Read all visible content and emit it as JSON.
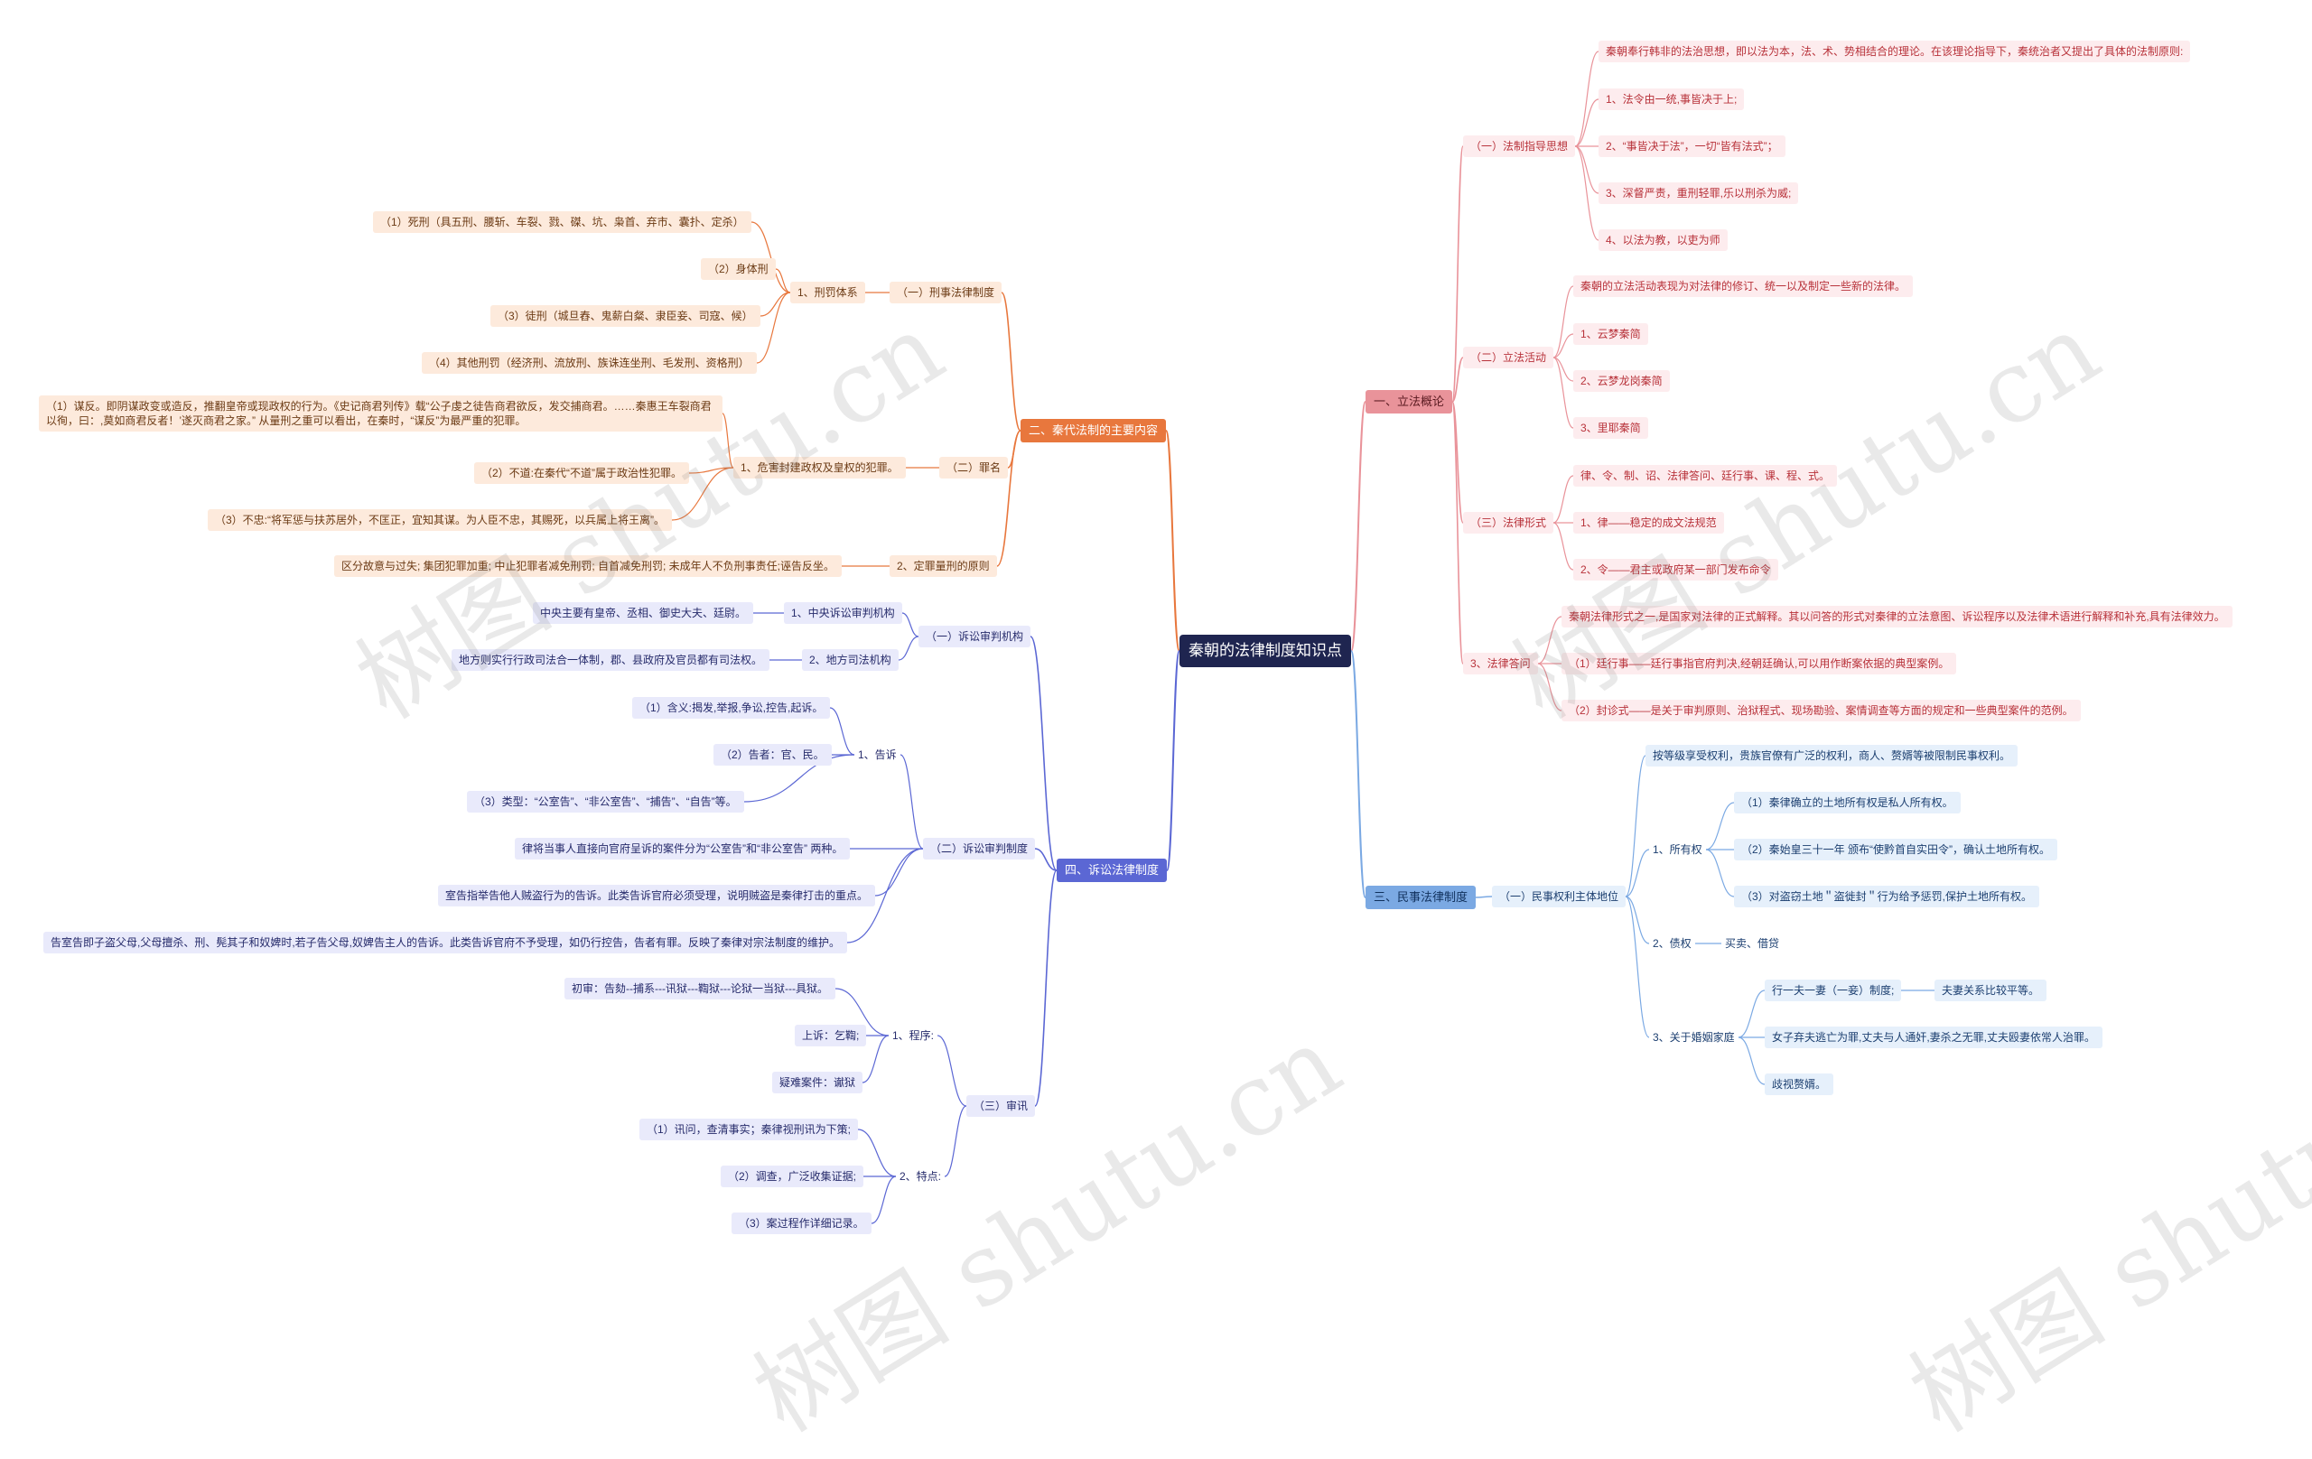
{
  "root": "秦朝的法律制度知识点",
  "watermark": "树图 shutu.cn",
  "colors": {
    "root": "#1f2550",
    "branch1": "#e9939a",
    "branch2": "#e8773d",
    "branch3": "#7ba9e3",
    "branch4": "#5b67d4"
  },
  "b1": {
    "title": "一、立法概论",
    "s1": {
      "label": "（一）法制指导思想",
      "items": [
        "秦朝奉行韩非的法治思想，即以法为本，法、术、势相结合的理论。在该理论指导下，秦统治者又提出了具体的法制原则:",
        "1、法令由一统,事皆决于上;",
        "2、“事皆决于法”，一切“皆有法式”；",
        "3、深督严责，重刑轻罪,乐以刑杀为威;",
        "4、以法为教，以吏为师"
      ]
    },
    "s2": {
      "label": "（二）立法活动",
      "items": [
        "秦朝的立法活动表现为对法律的修订、统一以及制定一些新的法律。",
        "1、云梦秦简",
        "2、云梦龙岗秦简",
        "3、里耶秦简"
      ]
    },
    "s3": {
      "label": "（三）法律形式",
      "items": [
        "律、令、制、诏、法律答问、廷行事、课、程、式。",
        "1、律——稳定的成文法规范",
        "2、令——君主或政府某一部门发布命令"
      ]
    },
    "s4": {
      "label": "3、法律答问",
      "items": [
        "秦朝法律形式之一,是国家对法律的正式解释。其以问答的形式对秦律的立法意图、诉讼程序以及法律术语进行解释和补充,具有法律效力。",
        "（1）廷行事——廷行事指官府判决,经朝廷确认,可以用作断案依据的典型案例。",
        "（2）封诊式——是关于审判原则、治狱程式、现场勘验、案情调查等方面的规定和一些典型案件的范例。"
      ]
    }
  },
  "b2": {
    "title": "二、秦代法制的主要内容",
    "s1": {
      "label": "（一）刑事法律制度",
      "sub": "1、刑罚体系",
      "items": [
        "（1）死刑（具五刑、腰斩、车裂、戮、磔、坑、枭首、弃市、囊扑、定杀）",
        "（2）身体刑",
        "（3）徒刑（城旦舂、鬼薪白粲、隶臣妾、司寇、候）",
        "（4）其他刑罚（经济刑、流放刑、族诛连坐刑、毛发刑、资格刑）"
      ]
    },
    "s2": {
      "label": "（二）罪名",
      "sub": "1、危害封建政权及皇权的犯罪。",
      "items": [
        "（1）谋反。即阴谋政变或造反，推翻皇帝或现政权的行为。《史记商君列传》载“公子虔之徒告商君欲反，发交捕商君。……秦惠王车裂商君以徇，曰：,莫如商君反者！’遂灭商君之家。” 从量刑之重可以看出，在秦时，“谋反”为最严重的犯罪。",
        "（2）不道:在秦代“不道”属于政治性犯罪。",
        "（3）不忠:“将军惩与扶苏居外，不匡正，宜知其谋。为人臣不忠，其赐死，以兵属上将王离”。"
      ]
    },
    "s3": {
      "label": "2、定罪量刑的原则",
      "item": "区分故意与过失; 集团犯罪加重; 中止犯罪者减免刑罚; 自首减免刑罚; 未成年人不负刑事责任;诬告反坐。"
    }
  },
  "b3": {
    "title": "三、民事法律制度",
    "s1": {
      "label": "（一）民事权利主体地位",
      "intro": "按等级享受权利，贵族官僚有广泛的权利，商人、赘婿等被限制民事权利。",
      "own": {
        "label": "1、所有权",
        "items": [
          "（1）秦律确立的土地所有权是私人所有权。",
          "（2）秦始皇三十一年 颁布“使黔首自实田令”，确认土地所有权。",
          "（3）对盗窃土地＂盗徙封＂行为给予惩罚,保护土地所有权。"
        ]
      },
      "debt": {
        "label": "2、债权",
        "item": "买卖、借贷"
      },
      "marr": {
        "label": "3、关于婚姻家庭",
        "items": [
          "行一夫一妻（一妾）制度;",
          "女子弃夫逃亡为罪,丈夫与人通奸,妻杀之无罪,丈夫殴妻依常人治罪。",
          "歧视赘婿。"
        ],
        "sub_item": "夫妻关系比较平等。"
      }
    }
  },
  "b4": {
    "title": "四、诉讼法律制度",
    "s1": {
      "label": "（一）诉讼审判机构",
      "c1": {
        "label": "1、中央诉讼审判机构",
        "item": "中央主要有皇帝、丞相、御史大夫、廷尉。"
      },
      "c2": {
        "label": "2、地方司法机构",
        "item": "地方则实行行政司法合一体制，郡、县政府及官员都有司法权。"
      }
    },
    "s2": {
      "label": "（二）诉讼审判制度",
      "sue": {
        "label": "1、告诉",
        "items": [
          "（1）含义:揭发,举报,争讼,控告,起诉。",
          "（2）告者：官、民。",
          "（3）类型：“公室告”、“非公室告”、“捕告”、“自告”等。"
        ]
      },
      "items": [
        "律将当事人直接向官府呈诉的案件分为“公室告”和“非公室告” 两种。",
        "室告指举告他人贼盗行为的告诉。此类告诉官府必须受理，说明贼盗是秦律打击的重点。",
        "告室告即子盗父母,父母擅杀、刑、髡其子和奴婢时,若子告父母,奴婢告主人的告诉。此类告诉官府不予受理，如仍行控告，告者有罪。反映了秦律对宗法制度的维护。"
      ]
    },
    "s3": {
      "label": "（三）审讯",
      "proc": {
        "label": "1、程序:",
        "items": [
          "初审：告劾--捕系---讯狱---鞫狱---论狱一当狱---具狱。",
          "上诉：乞鞫;",
          "疑难案件：谳狱"
        ]
      },
      "feat": {
        "label": "2、特点:",
        "items": [
          "（1）讯问，查清事实；秦律视刑讯为下策;",
          "（2）调查，广泛收集证据;",
          "（3）案过程作详细记录。"
        ]
      }
    }
  }
}
